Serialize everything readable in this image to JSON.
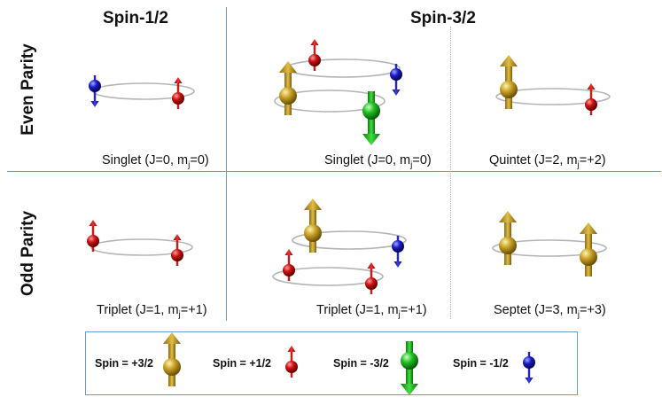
{
  "headers": {
    "col1": "Spin-1/2",
    "col2": "Spin-3/2"
  },
  "rows": {
    "even": "Even Parity",
    "odd": "Odd Parity"
  },
  "captions": {
    "s12_even": {
      "main": "Singlet (J=0, m",
      "sub": "j",
      "tail": "=0)"
    },
    "s32_even_a": {
      "main": "Singlet (J=0, m",
      "sub": "j",
      "tail": "=0)"
    },
    "s32_even_b": {
      "main": "Quintet (J=2, m",
      "sub": "j",
      "tail": "=+2)"
    },
    "s12_odd": {
      "main": "Triplet (J=1, m",
      "sub": "j",
      "tail": "=+1)"
    },
    "s32_odd_a": {
      "main": "Triplet (J=1, m",
      "sub": "j",
      "tail": "=+1)"
    },
    "s32_odd_b": {
      "main": "Septet (J=3, m",
      "sub": "j",
      "tail": "=+3)"
    }
  },
  "legend": {
    "items": [
      {
        "label": "Spin = +3/2",
        "kind": "gold-up"
      },
      {
        "label": "Spin = +1/2",
        "kind": "red-up"
      },
      {
        "label": "Spin = -3/2",
        "kind": "green-down"
      },
      {
        "label": "Spin = -1/2",
        "kind": "blue-down"
      }
    ]
  },
  "colors": {
    "divider": "#6c9dc9",
    "divider_dotted": "#9bb8d4",
    "orbit": "#b4b4b4",
    "gold": "#c9a227",
    "red": "#cc1111",
    "green": "#1fbf1f",
    "blue": "#1b1bc8"
  },
  "icons": {
    "gold-up": "gold-spin-up-3-2-icon",
    "red-up": "red-spin-up-1-2-icon",
    "green-down": "green-spin-down-3-2-icon",
    "blue-down": "blue-spin-down-1-2-icon"
  }
}
